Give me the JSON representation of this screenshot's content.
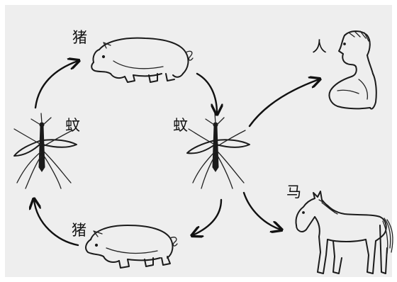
{
  "diagram": {
    "labels": {
      "pig_top": "猪",
      "pig_bottom": "猪",
      "mosquito_left": "蚊",
      "mosquito_center": "蚊",
      "human": "人",
      "horse": "马"
    },
    "colors": {
      "background": "#eeeeee",
      "ink": "#1b1b1b"
    },
    "icons": [
      "pig-drawing",
      "mosquito-drawing",
      "human-drawing",
      "horse-drawing",
      "arrow"
    ]
  }
}
